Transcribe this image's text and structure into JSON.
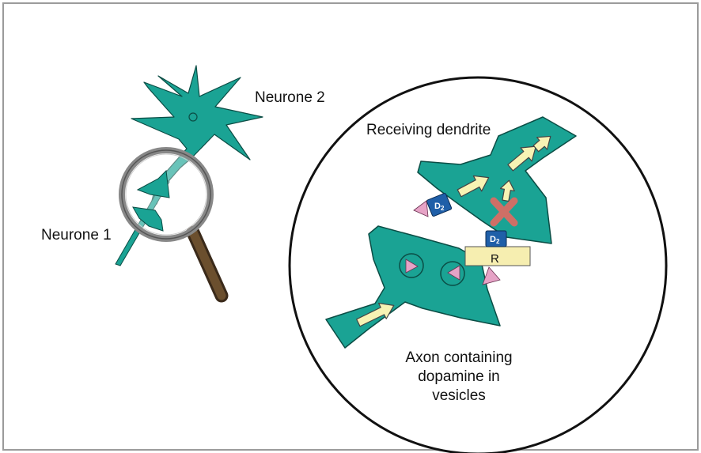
{
  "labels": {
    "neurone1": "Neurone 1",
    "neurone2": "Neurone 2",
    "receiving_dendrite": "Receiving dendrite",
    "axon_line1": "Axon containing",
    "axon_line2": "dopamine in",
    "axon_line3": "vesicles",
    "receptor_r": "R",
    "d2_main": "D",
    "d2_sub": "2"
  },
  "colors": {
    "neuron": "#1aa394",
    "arrow": "#f7f3b4",
    "d2_receptor": "#1f5fa8",
    "r_receptor": "#f6eeb0",
    "dopamine": "#e6a3c6",
    "blocked_x": "#e26a62",
    "frame": "#9b9b9b"
  },
  "icons": {
    "magnifier": "magnifying-glass-icon",
    "block": "x-mark-icon"
  }
}
